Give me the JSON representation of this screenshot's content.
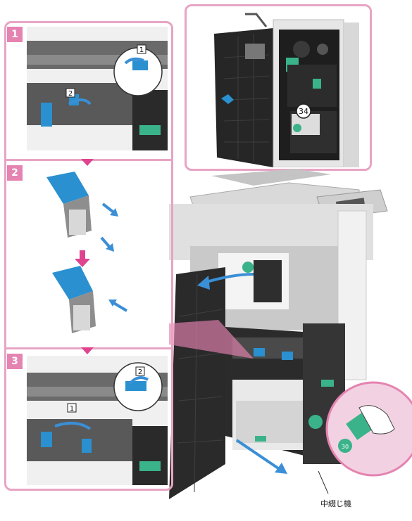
{
  "steps": [
    {
      "number": "1"
    },
    {
      "number": "2"
    },
    {
      "number": "3"
    }
  ],
  "callouts": {
    "step1_a": "1",
    "step1_b": "2",
    "step3_a": "2",
    "step3_b": "1",
    "top_unit": "34",
    "green_button": "30"
  },
  "caption": {
    "unit_label": "中綴じ機"
  },
  "colors": {
    "frame": "#e8a4c4",
    "step_tab": "#e583b1",
    "arrow_blue": "#3a8fd6",
    "part_blue": "#2a90d0",
    "handle_green": "#3bb38a"
  }
}
